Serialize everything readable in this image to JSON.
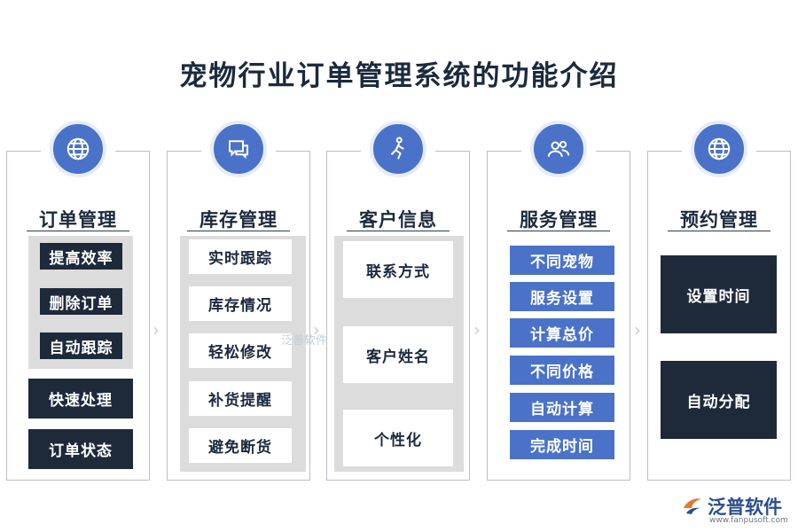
{
  "title": "宠物行业订单管理系统的功能介绍",
  "columns": [
    {
      "title": "订单管理",
      "icon": "globe-icon",
      "boxes": [
        "提高效率",
        "删除订单",
        "自动跟踪",
        "快速处理",
        "订单状态"
      ]
    },
    {
      "title": "库存管理",
      "icon": "chat-icon",
      "boxes": [
        "实时跟踪",
        "库存情况",
        "轻松修改",
        "补货提醒",
        "避免断货"
      ]
    },
    {
      "title": "客户信息",
      "icon": "person-icon",
      "boxes": [
        "联系方式",
        "客户姓名",
        "个性化"
      ]
    },
    {
      "title": "服务管理",
      "icon": "users-icon",
      "boxes": [
        "不同宠物",
        "服务设置",
        "计算总价",
        "不同价格",
        "自动计算",
        "完成时间"
      ]
    },
    {
      "title": "预约管理",
      "icon": "globe-icon",
      "boxes": [
        "设置时间",
        "自动分配"
      ]
    }
  ],
  "watermark": "泛普软件",
  "logo": {
    "name": "泛普软件",
    "url": "www.fanpusoft.com"
  },
  "colors": {
    "accent": "#4a72c8",
    "dark": "#1e2a3a",
    "panel": "#dcdcdc"
  }
}
